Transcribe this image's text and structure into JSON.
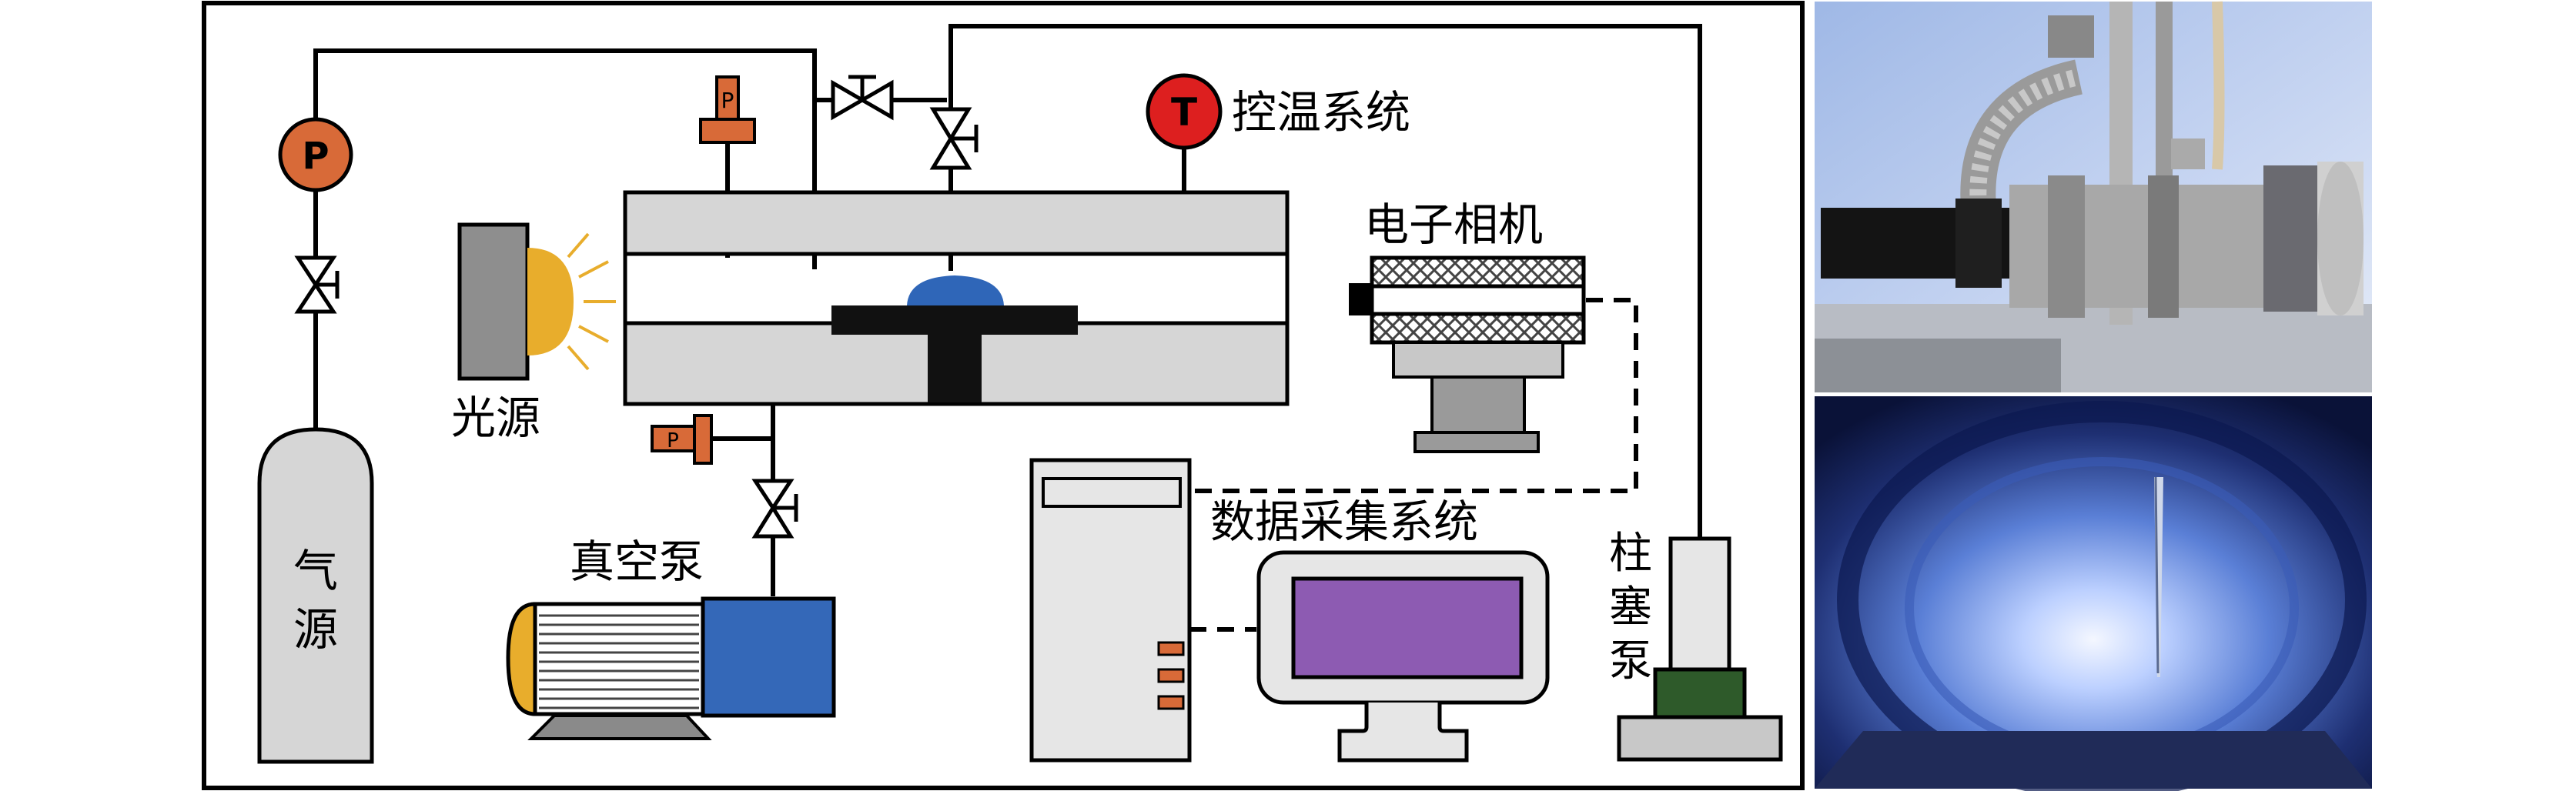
{
  "diagram": {
    "labels": {
      "temp_control": "控温系统",
      "camera": "电子相机",
      "light_source": "光源",
      "vacuum_pump": "真空泵",
      "data_acq": "数据采集系统",
      "gas_source_1": "气",
      "gas_source_2": "源",
      "plunger_pump_1": "柱",
      "plunger_pump_2": "塞",
      "plunger_pump_3": "泵"
    },
    "gauges": {
      "pressure_symbol": "P",
      "temperature_symbol": "T"
    }
  },
  "colors": {
    "gauge_orange": "#d86a38",
    "chamber_gray": "#d6d6d6",
    "droplet_blue": "#2f66b8",
    "lamp_yellow": "#e8ad2c",
    "pump_blue": "#3468b8",
    "monitor_purple": "#8d5bb2",
    "plunger_green": "#2e5a2a",
    "temp_red": "#dd1f1f"
  },
  "photos": [
    {
      "name": "apparatus-photo",
      "subject": "chamber-with-camera"
    },
    {
      "name": "chamber-interior-photo",
      "subject": "needle-in-tube"
    }
  ]
}
